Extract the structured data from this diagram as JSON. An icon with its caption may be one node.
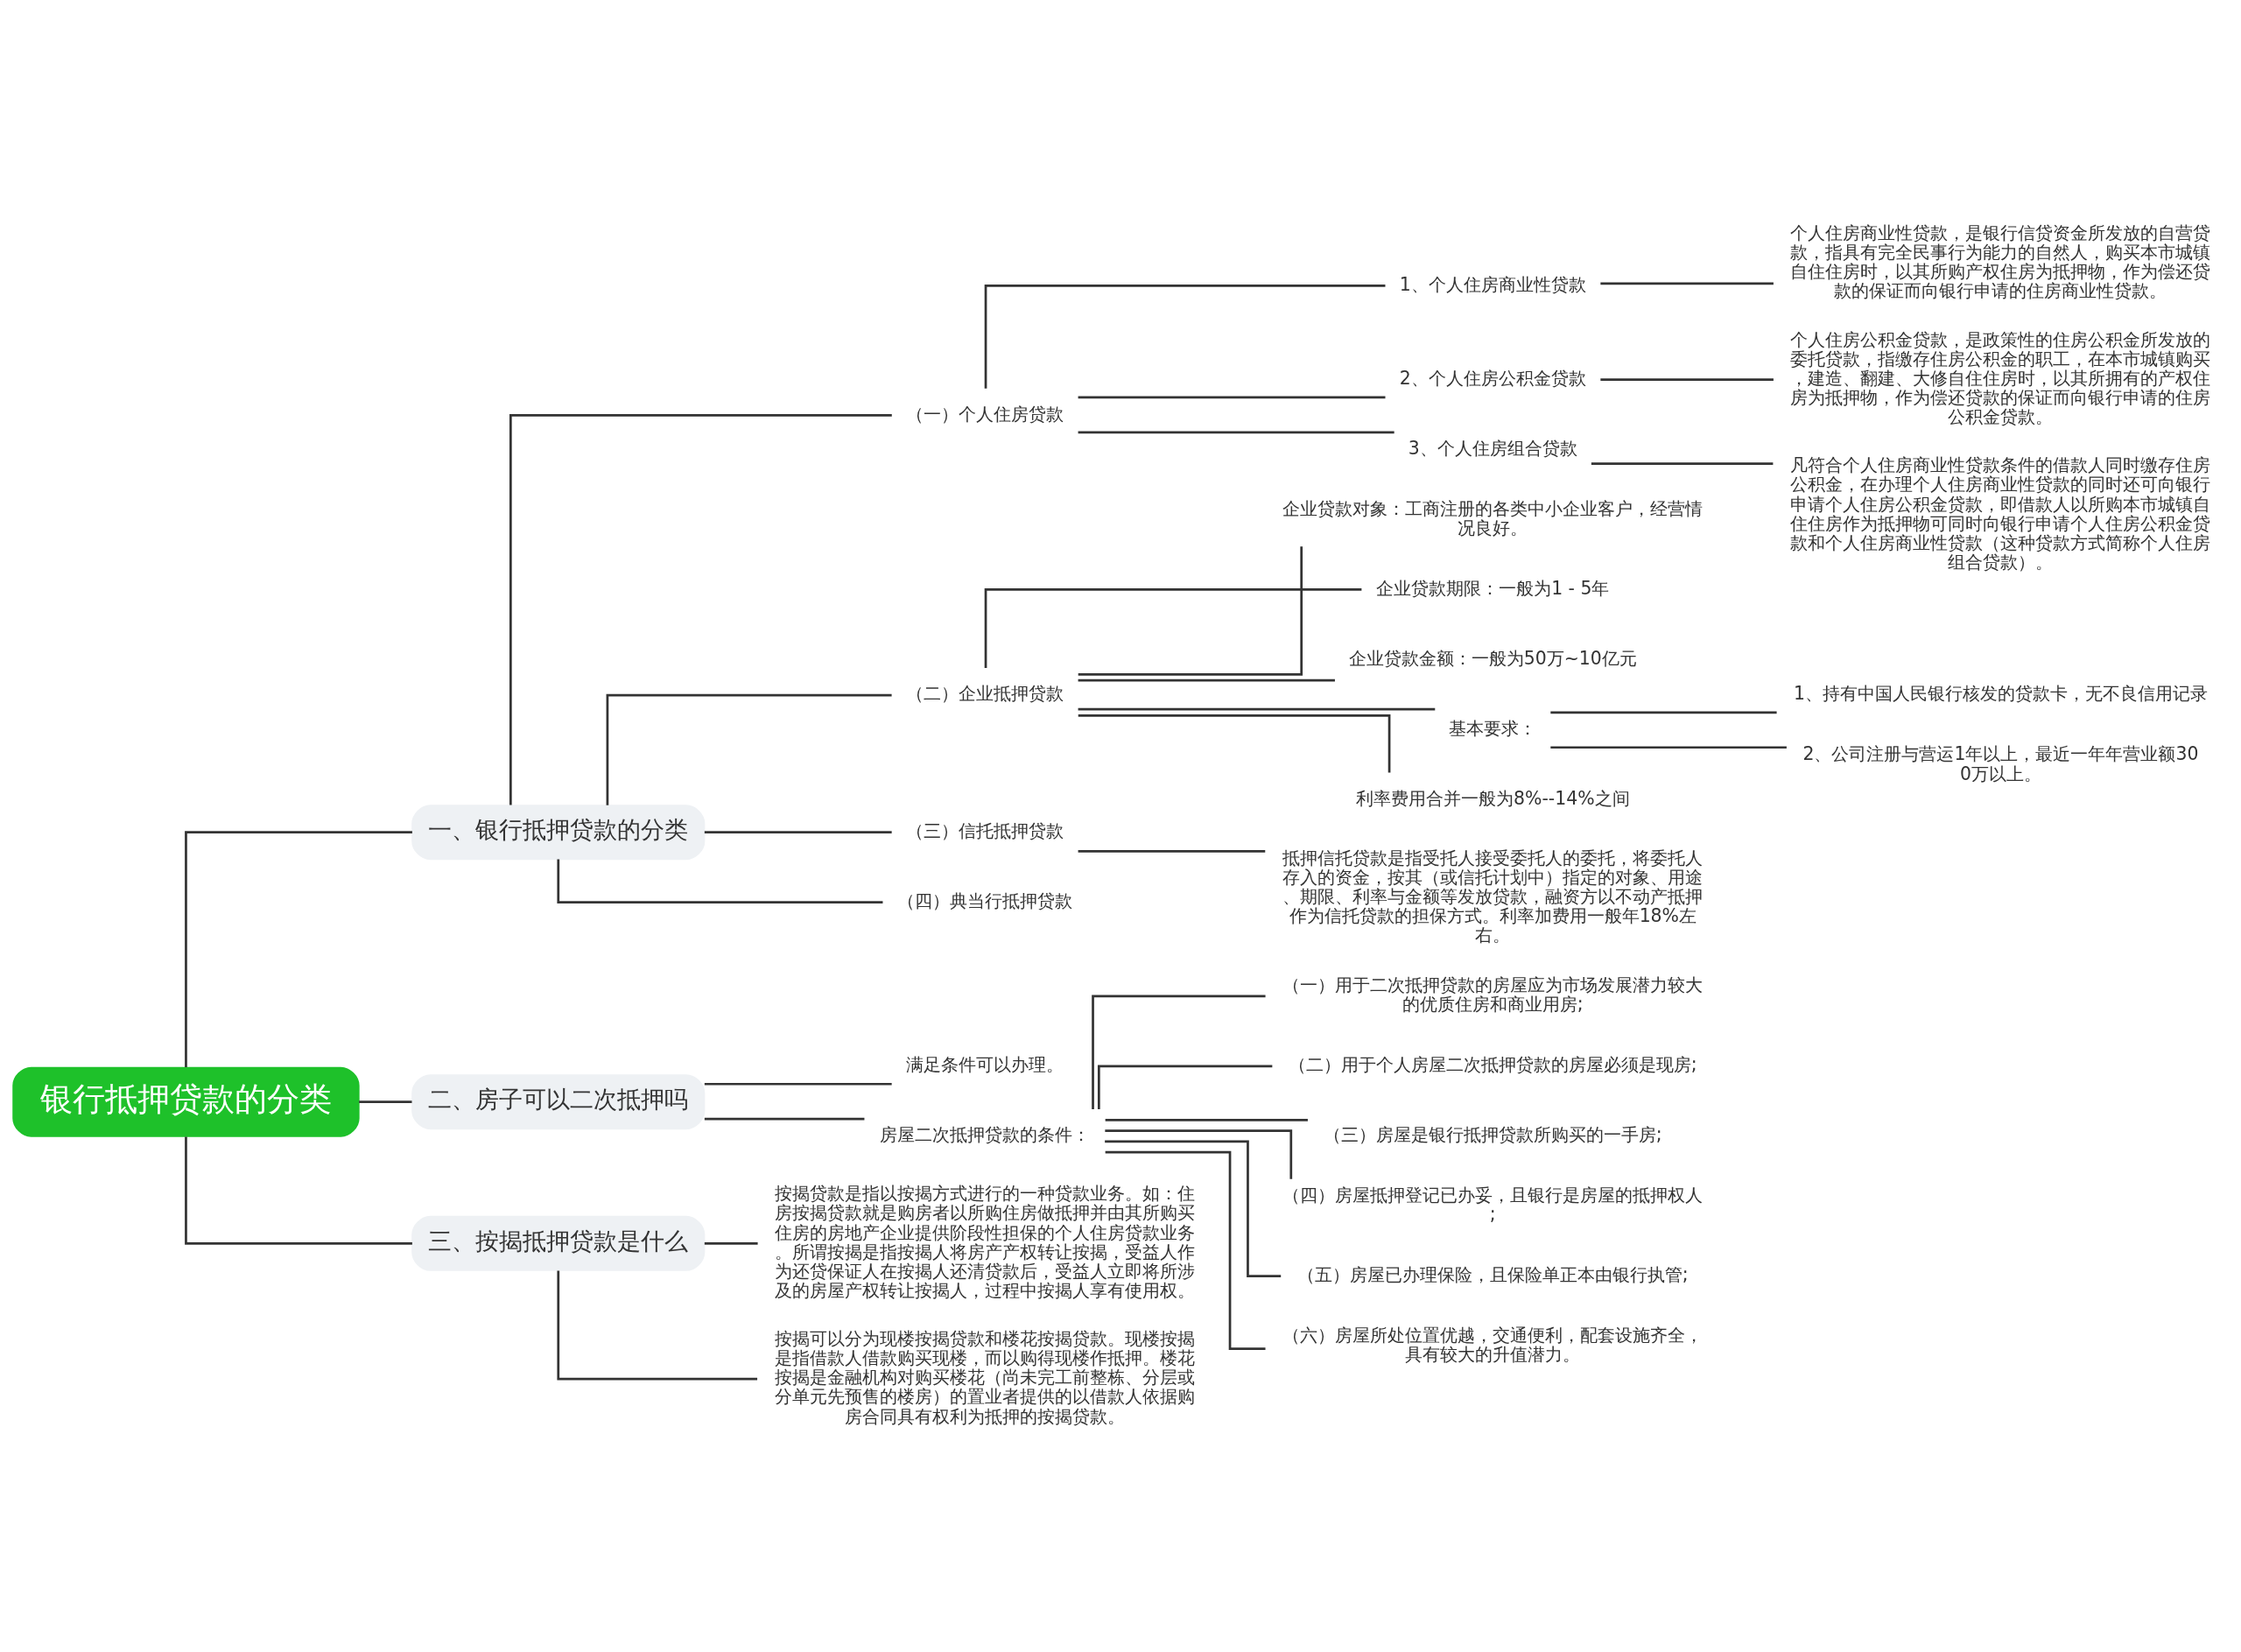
{
  "diagram": {
    "nodes": [
      {
        "text": [
          "银行抵押贷款的分类"
        ]
      },
      {
        "text": [
          "一、银行抵押贷款的分类"
        ]
      },
      {
        "text": [
          "（一）个人住房贷款"
        ]
      },
      {
        "text": [
          "1、个人住房商业性贷款"
        ]
      },
      {
        "text": [
          "个人住房商业性贷款，是银行信贷资金所发放的自营贷款，指具有完全民事行为能力的自然人，购买本市城镇自住住房时，以其所购产权住房为抵押物，作为偿还贷款的保证而向银行申请的住房商业性贷款。"
        ]
      },
      {
        "text": [
          "2、个人住房公积金贷款"
        ]
      },
      {
        "text": [
          "个人住房公积金贷款，是政策性的住房公积金所发放的委托贷款，指缴存住房公积金的职工，在本市城镇购买，建造、翻建、大修自住住房时，以其所拥有的产权住房为抵押物，作为偿还贷款的保证而向银行申请的住房公积金贷款。"
        ]
      },
      {
        "text": [
          "3、个人住房组合贷款"
        ]
      },
      {
        "text": [
          "凡符合个人住房商业性贷款条件的借款人同时缴存住房公积金，在办理个人住房商业性贷款的同时还可向银行申请个人住房公积金贷款，即借款人以所购本市城镇自住住房作为抵押物可同时向银行申请个人住房公积金贷款和个人住房商业性贷款（这种贷款方式简称个人住房组合贷款）。"
        ]
      },
      {
        "text": [
          "（二）企业抵押贷款"
        ]
      },
      {
        "text": [
          "企业贷款对象：工商注册的各类中小企业客户，经营情况良好。"
        ]
      },
      {
        "text": [
          "企业贷款期限：一般为1 - 5年"
        ]
      },
      {
        "text": [
          "企业贷款金额：一般为50万~10亿元"
        ]
      },
      {
        "text": [
          "基本要求："
        ]
      },
      {
        "text": [
          "1、持有中国人民银行核发的贷款卡，无不良信用记录"
        ]
      },
      {
        "text": [
          "2、公司注册与营运1年以上，最近一年年营业额300万以上。"
        ]
      },
      {
        "text": [
          "利率费用合并一般为8%--14%之间"
        ]
      },
      {
        "text": [
          "（三）信托抵押贷款"
        ]
      },
      {
        "text": [
          "抵押信托贷款是指受托人接受委托人的委托，将委托人存入的资金，按其（或信托计划中）指定的对象、用途、期限、利率与金额等发放贷款，融资方以不动产抵押作为信托贷款的担保方式。利率加费用一般年18%左右。"
        ]
      },
      {
        "text": [
          "（四）典当行抵押贷款"
        ]
      },
      {
        "text": [
          "二、房子可以二次抵押吗"
        ]
      },
      {
        "text": [
          "满足条件可以办理。"
        ]
      },
      {
        "text": [
          "房屋二次抵押贷款的条件："
        ]
      },
      {
        "text": [
          "（一）用于二次抵押贷款的房屋应为市场发展潜力较大的优质住房和商业用房;"
        ]
      },
      {
        "text": [
          "（二）用于个人房屋二次抵押贷款的房屋必须是现房;"
        ]
      },
      {
        "text": [
          "（三）房屋是银行抵押贷款所购买的一手房;"
        ]
      },
      {
        "text": [
          "（四）房屋抵押登记已办妥，且银行是房屋的抵押权人;"
        ]
      },
      {
        "text": [
          "（五）房屋已办理保险，且保险单正本由银行执管;"
        ]
      },
      {
        "text": [
          "（六）房屋所处位置优越，交通便利，配套设施齐全，具有较大的升值潜力。"
        ]
      },
      {
        "text": [
          "三、按揭抵押贷款是什么"
        ]
      },
      {
        "text": [
          "按揭贷款是指以按揭方式进行的一种贷款业务。如：住房按揭贷款就是购房者以所购住房做抵押并由其所购买住房的房地产企业提供阶段性担保的个人住房贷款业务。所谓按揭是指按揭人将房产产权转让按揭，受益人作为还贷保证人在按揭人还清贷款后，受益人立即将所涉及的房屋产权转让按揭人，过程中按揭人享有使用权。"
        ]
      },
      {
        "text": [
          "按揭可以分为现楼按揭贷款和楼花按揭贷款。现楼按揭是指借款人借款购买现楼，而以购得现楼作抵押。楼花按揭是金融机构对购买楼花（尚未完工前整栋、分层或分单元先预售的楼房）的置业者提供的以借款人依据购房合同具有权利为抵押的按揭贷款。"
        ]
      }
    ],
    "edges": [
      {
        "from": 0,
        "to": 1,
        "arrow": "none"
      },
      {
        "from": 1,
        "to": 2,
        "arrow": "none"
      },
      {
        "from": 2,
        "to": 3,
        "arrow": "none"
      },
      {
        "from": 3,
        "to": 4,
        "arrow": "none"
      },
      {
        "from": 2,
        "to": 5,
        "arrow": "none"
      },
      {
        "from": 5,
        "to": 6,
        "arrow": "none"
      },
      {
        "from": 2,
        "to": 7,
        "arrow": "none"
      },
      {
        "from": 7,
        "to": 8,
        "arrow": "none"
      },
      {
        "from": 1,
        "to": 9,
        "arrow": "none"
      },
      {
        "from": 9,
        "to": 10,
        "arrow": "none"
      },
      {
        "from": 9,
        "to": 11,
        "arrow": "none"
      },
      {
        "from": 9,
        "to": 12,
        "arrow": "none"
      },
      {
        "from": 9,
        "to": 13,
        "arrow": "none"
      },
      {
        "from": 13,
        "to": 14,
        "arrow": "none"
      },
      {
        "from": 13,
        "to": 15,
        "arrow": "none"
      },
      {
        "from": 9,
        "to": 16,
        "arrow": "none"
      },
      {
        "from": 1,
        "to": 17,
        "arrow": "none"
      },
      {
        "from": 17,
        "to": 18,
        "arrow": "none"
      },
      {
        "from": 1,
        "to": 19,
        "arrow": "none"
      },
      {
        "from": 0,
        "to": 20,
        "arrow": "none"
      },
      {
        "from": 20,
        "to": 21,
        "arrow": "none"
      },
      {
        "from": 20,
        "to": 22,
        "arrow": "none"
      },
      {
        "from": 22,
        "to": 23,
        "arrow": "none"
      },
      {
        "from": 22,
        "to": 24,
        "arrow": "none"
      },
      {
        "from": 22,
        "to": 25,
        "arrow": "none"
      },
      {
        "from": 22,
        "to": 26,
        "arrow": "none"
      },
      {
        "from": 22,
        "to": 27,
        "arrow": "none"
      },
      {
        "from": 22,
        "to": 28,
        "arrow": "none"
      },
      {
        "from": 0,
        "to": 29,
        "arrow": "none"
      },
      {
        "from": 29,
        "to": 30,
        "arrow": "none"
      },
      {
        "from": 29,
        "to": 31,
        "arrow": "none"
      }
    ]
  }
}
